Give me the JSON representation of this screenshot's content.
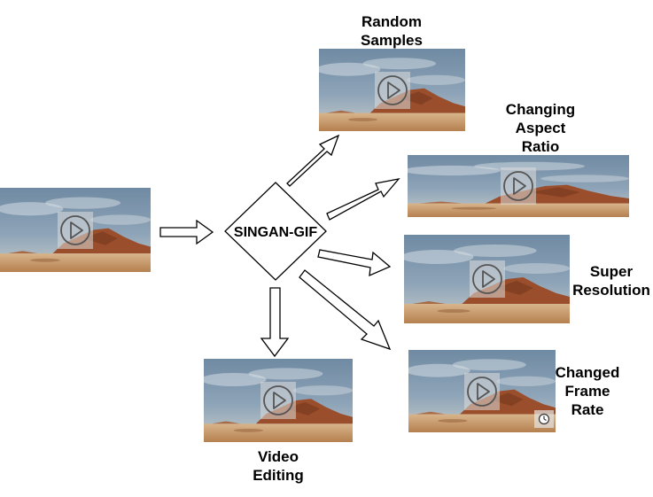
{
  "center_node": {
    "label": "SINGAN-GIF"
  },
  "input_video": {
    "name": "input-video"
  },
  "outputs": [
    {
      "id": "random-samples",
      "label_lines": [
        "Random",
        "Samples"
      ]
    },
    {
      "id": "changing-aspect-ratio",
      "label_lines": [
        "Changing",
        "Aspect",
        "Ratio"
      ]
    },
    {
      "id": "super-resolution",
      "label_lines": [
        "Super",
        "Resolution"
      ]
    },
    {
      "id": "changed-frame-rate",
      "label_lines": [
        "Changed",
        "Frame",
        "Rate"
      ]
    },
    {
      "id": "video-editing",
      "label_lines": [
        "Video",
        "Editing"
      ]
    }
  ],
  "icons": {
    "play": "play-icon",
    "clock": "clock-icon"
  },
  "colors": {
    "sky": "#8ea4b8",
    "cloud": "#d6dde3",
    "sand": "#c9a27a",
    "rock": "#9a4e2b",
    "arrow_stroke": "#000000",
    "arrow_fill": "#ffffff"
  }
}
